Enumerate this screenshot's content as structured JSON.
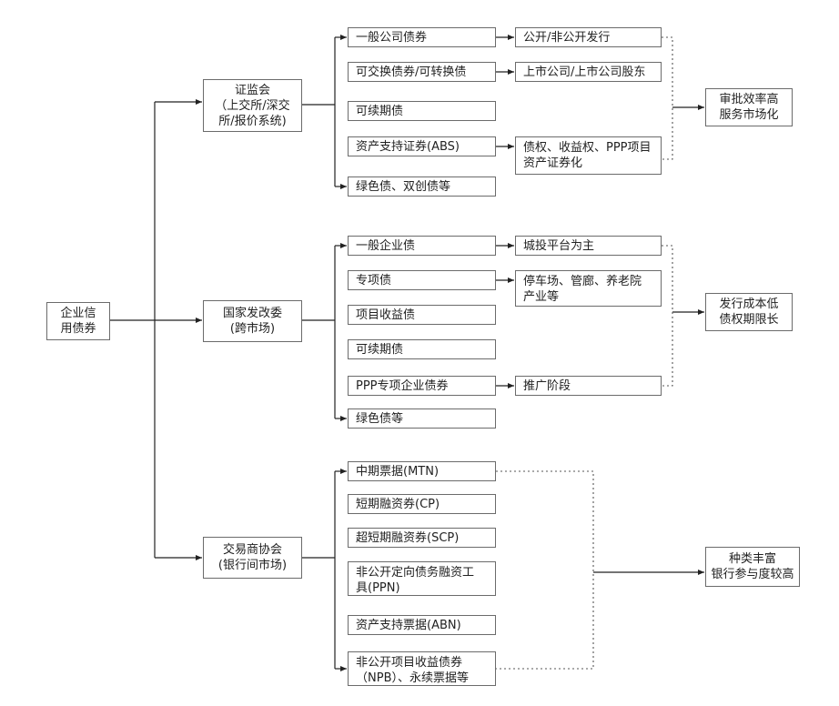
{
  "root": {
    "line1": "企业信",
    "line2": "用债券"
  },
  "csrc": {
    "lines": [
      "证监会",
      "（上交所/深交",
      "所/报价系统)"
    ],
    "items": [
      "一般公司债券",
      "可交换债券/可转换债",
      "可续期债",
      "资产支持证券(ABS)",
      "绿色债、双创债等"
    ],
    "notes": [
      "公开/非公开发行",
      "上市公司/上市公司股东",
      "债权、收益权、PPP项目",
      "资产证券化"
    ],
    "summary": [
      "审批效率高",
      "服务市场化"
    ]
  },
  "ndrc": {
    "lines": [
      "国家发改委",
      "(跨市场)"
    ],
    "items": [
      "一般企业债",
      "专项债",
      "项目收益债",
      "可续期债",
      "PPP专项企业债券",
      "绿色债等"
    ],
    "notes": [
      "城投平台为主",
      "停车场、管廊、养老院",
      "产业等",
      "推广阶段"
    ],
    "summary": [
      "发行成本低",
      "债权期限长"
    ]
  },
  "nafmii": {
    "lines": [
      "交易商协会",
      "(银行间市场)"
    ],
    "items": [
      "中期票据(MTN)",
      "短期融资券(CP)",
      "超短期融资券(SCP)",
      "非公开定向债务融资工",
      "具(PPN)",
      "资产支持票据(ABN)",
      "非公开项目收益债券",
      "（NPB）、永续票据等"
    ],
    "summary": [
      "种类丰富",
      "银行参与度较高"
    ]
  },
  "colors": {
    "line": "#222222",
    "border": "#6b6b6b",
    "dotted": "#555555"
  }
}
